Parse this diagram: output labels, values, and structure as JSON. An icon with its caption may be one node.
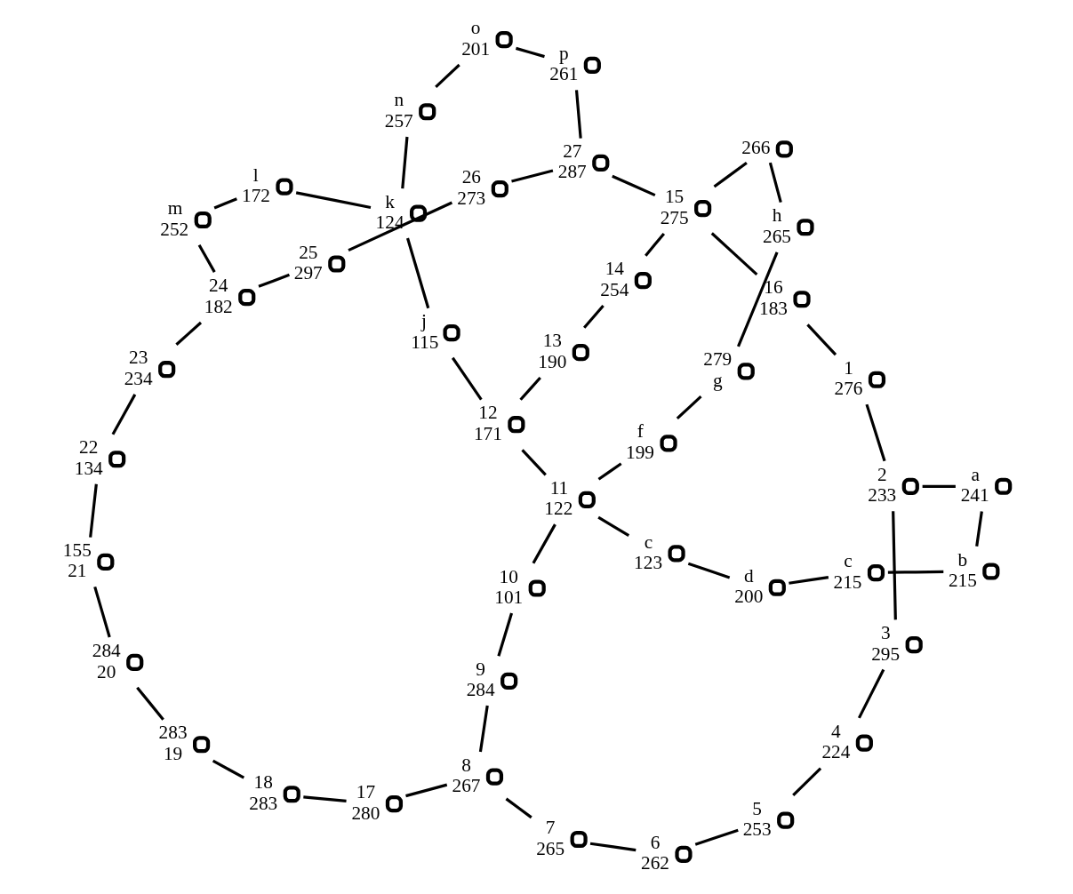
{
  "diagram": {
    "nodes": [
      {
        "text": [],
        "shape": "circle",
        "beside": [
          "26",
          "273"
        ]
      },
      {
        "text": [],
        "shape": "circle",
        "beside": [
          "27",
          "287"
        ]
      },
      {
        "text": [],
        "shape": "circle",
        "beside": [
          "15",
          "275"
        ]
      },
      {
        "text": [],
        "shape": "circle",
        "beside": [
          "16",
          "183"
        ]
      },
      {
        "text": [],
        "shape": "circle",
        "beside": [
          "1",
          "276"
        ]
      },
      {
        "text": [],
        "shape": "circle",
        "beside": [
          "2",
          "233"
        ]
      },
      {
        "text": [],
        "shape": "circle",
        "beside": [
          "3",
          "295"
        ]
      },
      {
        "text": [],
        "shape": "circle",
        "beside": [
          "25",
          "297"
        ]
      },
      {
        "text": [],
        "shape": "circle",
        "beside": [
          "p",
          "261"
        ]
      },
      {
        "text": [],
        "shape": "circle",
        "beside": [
          "14",
          "254"
        ]
      },
      {
        "text": [],
        "shape": "circle",
        "beside": [
          "266"
        ]
      },
      {
        "text": [],
        "shape": "circle",
        "beside": [
          "h",
          "265"
        ]
      },
      {
        "text": [],
        "shape": "circle",
        "beside": [
          "a",
          "241"
        ]
      },
      {
        "text": [],
        "shape": "circle",
        "beside": [
          "4",
          "224"
        ]
      },
      {
        "text": [],
        "shape": "circle",
        "beside": [
          "o",
          "201"
        ]
      },
      {
        "text": [],
        "shape": "circle",
        "beside": [
          "13",
          "190"
        ]
      },
      {
        "text": [],
        "shape": "circle",
        "beside": [
          "279",
          "g"
        ]
      },
      {
        "text": [],
        "shape": "circle",
        "beside": [
          "b",
          "215"
        ]
      },
      {
        "text": [],
        "shape": "circle",
        "beside": [
          "n",
          "257"
        ]
      },
      {
        "text": [],
        "shape": "circle",
        "beside": [
          "c",
          "123"
        ]
      },
      {
        "text": [],
        "shape": "circle",
        "beside": [
          "d",
          "200"
        ]
      },
      {
        "text": [],
        "shape": "circle",
        "beside": [
          "c",
          "215"
        ]
      },
      {
        "text": [],
        "shape": "circle",
        "beside": [
          "5",
          "253"
        ]
      },
      {
        "text": [],
        "shape": "circle",
        "beside": [
          "24",
          "182"
        ]
      },
      {
        "text": [],
        "shape": "circle",
        "beside": [
          "m",
          "252"
        ]
      },
      {
        "text": [],
        "shape": "circle",
        "beside": [
          "l",
          "172"
        ]
      },
      {
        "text": [],
        "shape": "circle",
        "beside": [
          "k",
          "124"
        ]
      },
      {
        "text": [],
        "shape": "circle",
        "beside": [
          "j",
          "115"
        ]
      },
      {
        "text": [],
        "shape": "circle",
        "beside": [
          "12",
          "171"
        ]
      },
      {
        "text": [],
        "shape": "circle",
        "beside": [
          "f",
          "199"
        ]
      },
      {
        "text": [],
        "shape": "circle",
        "beside": [
          "11",
          "122"
        ]
      },
      {
        "text": [],
        "shape": "circle",
        "beside": [
          "10",
          "101"
        ]
      },
      {
        "text": [],
        "shape": "circle",
        "beside": [
          "6",
          "262"
        ]
      },
      {
        "text": [],
        "shape": "circle",
        "beside": [
          "23",
          "234"
        ]
      },
      {
        "text": [],
        "shape": "circle",
        "beside": [
          "9",
          "284"
        ]
      },
      {
        "text": [],
        "shape": "circle",
        "beside": [
          "7",
          "265"
        ]
      },
      {
        "text": [],
        "shape": "circle",
        "beside": [
          "8",
          "267"
        ]
      },
      {
        "text": [],
        "shape": "circle",
        "beside": [
          "22",
          "134"
        ]
      },
      {
        "text": [],
        "shape": "circle",
        "beside": [
          "155",
          "21"
        ]
      },
      {
        "text": [],
        "shape": "circle",
        "beside": [
          "284",
          "20"
        ]
      },
      {
        "text": [],
        "shape": "circle",
        "beside": [
          "283",
          "19"
        ]
      },
      {
        "text": [],
        "shape": "circle",
        "beside": [
          "18",
          "283"
        ]
      },
      {
        "text": [],
        "shape": "circle",
        "beside": [
          "17",
          "280"
        ]
      }
    ],
    "edges": [
      {
        "from": 0,
        "to": 1,
        "arrow": "none"
      },
      {
        "from": 1,
        "to": 2,
        "arrow": "none"
      },
      {
        "from": 2,
        "to": 3,
        "arrow": "none"
      },
      {
        "from": 3,
        "to": 4,
        "arrow": "none"
      },
      {
        "from": 4,
        "to": 5,
        "arrow": "none"
      },
      {
        "from": 5,
        "to": 6,
        "arrow": "none"
      },
      {
        "from": 0,
        "to": 7,
        "arrow": "none"
      },
      {
        "from": 1,
        "to": 8,
        "arrow": "none"
      },
      {
        "from": 8,
        "to": 14,
        "arrow": "none"
      },
      {
        "from": 14,
        "to": 18,
        "arrow": "none"
      },
      {
        "from": 18,
        "to": 26,
        "arrow": "none"
      },
      {
        "from": 2,
        "to": 9,
        "arrow": "none"
      },
      {
        "from": 9,
        "to": 15,
        "arrow": "none"
      },
      {
        "from": 15,
        "to": 28,
        "arrow": "none"
      },
      {
        "from": 2,
        "to": 10,
        "arrow": "none"
      },
      {
        "from": 10,
        "to": 11,
        "arrow": "none"
      },
      {
        "from": 11,
        "to": 16,
        "arrow": "none"
      },
      {
        "from": 16,
        "to": 29,
        "arrow": "none"
      },
      {
        "from": 29,
        "to": 30,
        "arrow": "none"
      },
      {
        "from": 5,
        "to": 12,
        "arrow": "none"
      },
      {
        "from": 12,
        "to": 17,
        "arrow": "none"
      },
      {
        "from": 17,
        "to": 21,
        "arrow": "none"
      },
      {
        "from": 21,
        "to": 20,
        "arrow": "none"
      },
      {
        "from": 20,
        "to": 19,
        "arrow": "none"
      },
      {
        "from": 19,
        "to": 30,
        "arrow": "none"
      },
      {
        "from": 6,
        "to": 13,
        "arrow": "none"
      },
      {
        "from": 13,
        "to": 22,
        "arrow": "none"
      },
      {
        "from": 22,
        "to": 32,
        "arrow": "none"
      },
      {
        "from": 32,
        "to": 35,
        "arrow": "none"
      },
      {
        "from": 35,
        "to": 36,
        "arrow": "none"
      },
      {
        "from": 7,
        "to": 23,
        "arrow": "none"
      },
      {
        "from": 23,
        "to": 24,
        "arrow": "none"
      },
      {
        "from": 24,
        "to": 25,
        "arrow": "none"
      },
      {
        "from": 25,
        "to": 26,
        "arrow": "none"
      },
      {
        "from": 26,
        "to": 27,
        "arrow": "none"
      },
      {
        "from": 27,
        "to": 28,
        "arrow": "none"
      },
      {
        "from": 28,
        "to": 30,
        "arrow": "none"
      },
      {
        "from": 30,
        "to": 31,
        "arrow": "none"
      },
      {
        "from": 31,
        "to": 34,
        "arrow": "none"
      },
      {
        "from": 34,
        "to": 36,
        "arrow": "none"
      },
      {
        "from": 23,
        "to": 33,
        "arrow": "none"
      },
      {
        "from": 33,
        "to": 37,
        "arrow": "none"
      },
      {
        "from": 37,
        "to": 38,
        "arrow": "none"
      },
      {
        "from": 38,
        "to": 39,
        "arrow": "none"
      },
      {
        "from": 39,
        "to": 40,
        "arrow": "none"
      },
      {
        "from": 40,
        "to": 41,
        "arrow": "none"
      },
      {
        "from": 41,
        "to": 42,
        "arrow": "none"
      },
      {
        "from": 42,
        "to": 36,
        "arrow": "none"
      }
    ]
  }
}
